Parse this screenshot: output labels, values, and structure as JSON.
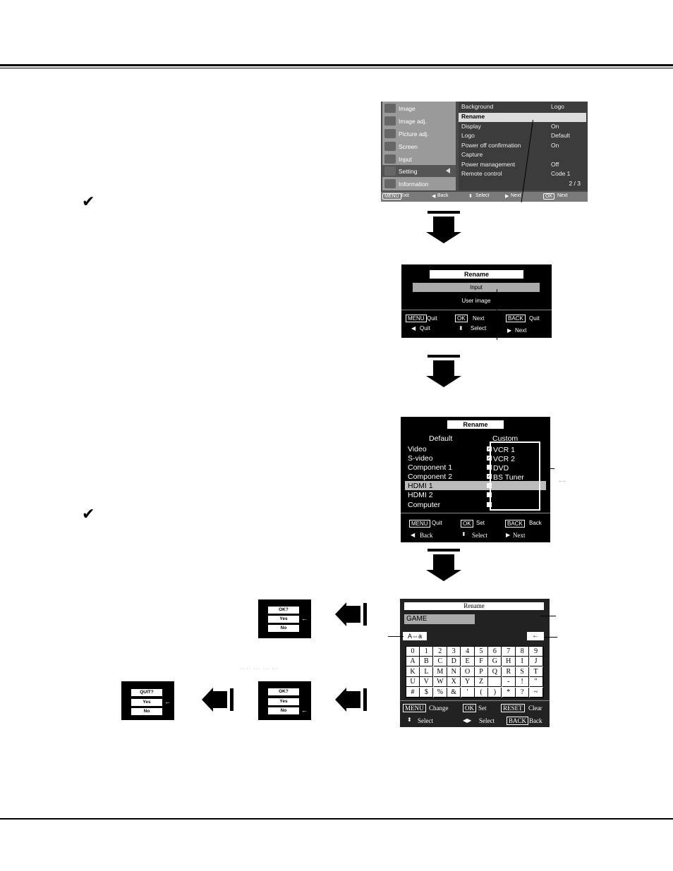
{
  "setting_menu": {
    "left_items": [
      "Image",
      "Image adj.",
      "Picture adj.",
      "Screen",
      "Input",
      "Setting",
      "Information"
    ],
    "right_items": [
      {
        "label": "Background",
        "value": "Logo"
      },
      {
        "label": "Rename",
        "value": ""
      },
      {
        "label": "Display",
        "value": "On"
      },
      {
        "label": "Logo",
        "value": "Default"
      },
      {
        "label": "Power off confirmation",
        "value": "On"
      },
      {
        "label": "Capture",
        "value": ""
      },
      {
        "label": "Power management",
        "value": "Off"
      },
      {
        "label": "Remote control",
        "value": "Code 1"
      }
    ],
    "page": "2 / 3",
    "footer": {
      "menu_key": "MENU",
      "exit": "Exit",
      "back": "Back",
      "select": "Select",
      "next": "Next",
      "ok_key": "OK",
      "ok_next": "Next"
    }
  },
  "rename_select": {
    "title": "Rename",
    "items": [
      "Input",
      "User image"
    ],
    "footer": {
      "menu_key": "MENU",
      "quit": "Quit",
      "ok_key": "OK",
      "next": "Next",
      "back_key": "BACK",
      "back_quit": "Quit",
      "left_quit": "Quit",
      "select": "Select",
      "right_next": "Next"
    }
  },
  "rename_input": {
    "title": "Rename",
    "default_header": "Default",
    "custom_header": "Custom",
    "defaults": [
      "Video",
      "S-video",
      "Component 1",
      "Component 2",
      "HDMI 1",
      "HDMI 2",
      "Computer"
    ],
    "checked": [
      true,
      true,
      false,
      true,
      false,
      false,
      false
    ],
    "customs": [
      "VCR 1",
      "VCR 2",
      "DVD",
      "BS   Tuner"
    ],
    "footer": {
      "menu_key": "MENU",
      "quit": "Quit",
      "ok_key": "OK",
      "set": "Set",
      "back_key": "BACK",
      "back": "Back",
      "left_back": "Back",
      "select": "Select",
      "right_next": "Next"
    }
  },
  "rename_keyboard": {
    "title": "Rename",
    "value": "GAME",
    "case_toggle": "A⇔a",
    "backspace": "←",
    "keys": [
      [
        "0",
        "1",
        "2",
        "3",
        "4",
        "5",
        "6",
        "7",
        "8",
        "9"
      ],
      [
        "A",
        "B",
        "C",
        "D",
        "E",
        "F",
        "G",
        "H",
        "I",
        "J"
      ],
      [
        "K",
        "L",
        "M",
        "N",
        "O",
        "P",
        "Q",
        "R",
        "S",
        "T"
      ],
      [
        "U",
        "V",
        "W",
        "X",
        "Y",
        "Z",
        "",
        "-",
        "!",
        "\""
      ],
      [
        "#",
        "$",
        "%",
        "&",
        "'",
        "(",
        ")",
        "*",
        "?",
        "~"
      ]
    ],
    "footer": {
      "menu_key": "MENU",
      "change": "Change",
      "ok_key": "OK",
      "set": "Set",
      "reset_key": "RESET",
      "clear": "Clear",
      "select1": "Select",
      "select2": "Select",
      "back_key": "BACK",
      "back": "Back"
    }
  },
  "confirm_ok_yes": {
    "question": "OK?",
    "yes": "Yes",
    "no": "No"
  },
  "confirm_ok_no": {
    "question": "OK?",
    "yes": "Yes",
    "no": "No"
  },
  "confirm_quit": {
    "question": "QUIT?",
    "yes": "Yes",
    "no": "No"
  },
  "icons": {
    "pointer": "←",
    "check": "✔"
  }
}
